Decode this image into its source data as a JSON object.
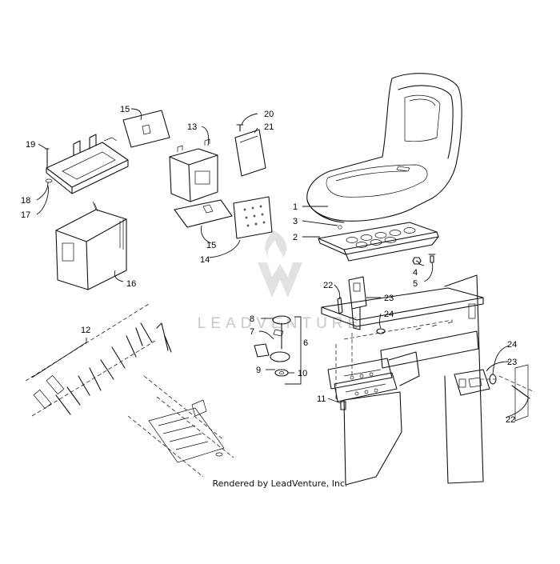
{
  "callouts": {
    "c1": "1",
    "c2": "2",
    "c3": "3",
    "c4": "4",
    "c5": "5",
    "c6": "6",
    "c7": "7",
    "c8": "8",
    "c9": "9",
    "c10": "10",
    "c11": "11",
    "c12": "12",
    "c13": "13",
    "c14": "14",
    "c15a": "15",
    "c15b": "15",
    "c16": "16",
    "c17": "17",
    "c18": "18",
    "c19": "19",
    "c20": "20",
    "c21": "21",
    "c22a": "22",
    "c22b": "22",
    "c23a": "23",
    "c23b": "23",
    "c24a": "24",
    "c24b": "24"
  },
  "watermark": "LEADVENTURE",
  "footer": "Rendered by LeadVenture, Inc."
}
